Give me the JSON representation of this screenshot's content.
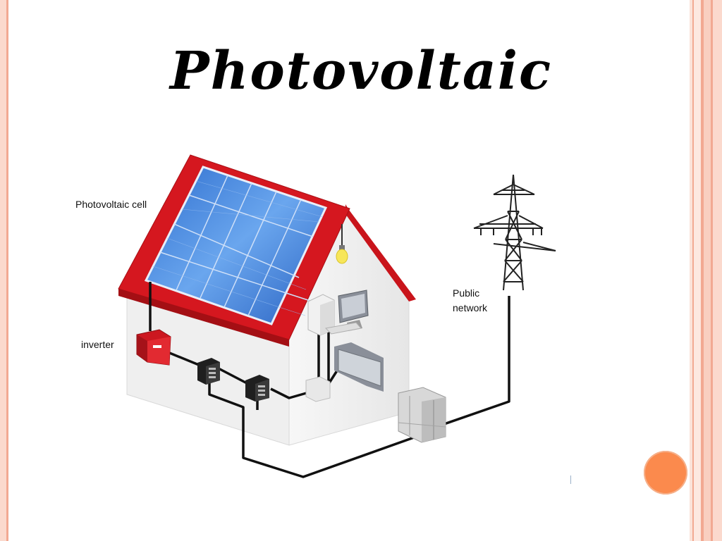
{
  "title": "Photovoltaic",
  "labels": {
    "pv_cell": "Photovoltaic cell",
    "inverter": "inverter",
    "public_network_line1": "Public",
    "public_network_line2": "network"
  },
  "colors": {
    "roof": "#d5171f",
    "panel": "#3a7fd9",
    "wall": "#f4f4f4",
    "wire": "#111111",
    "accent_circle": "#fb8a4d",
    "frame_stripe": "#f2a992"
  },
  "icons": [
    "solar-panel-icon",
    "inverter-icon",
    "meter-icon",
    "light-bulb-icon",
    "computer-icon",
    "monitor-icon",
    "cabinet-icon",
    "pylon-icon"
  ]
}
